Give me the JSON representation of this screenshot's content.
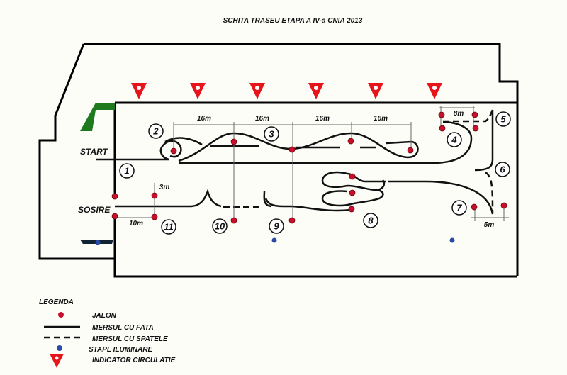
{
  "title": "SCHITA TRASEU ETAPA A IV-a CNIA 2013",
  "labels": {
    "start": "START",
    "finish": "SOSIRE"
  },
  "dimensions": {
    "d1": "16m",
    "d2": "16m",
    "d3": "16m",
    "d4": "16m",
    "d5": "8m",
    "d6": "3m",
    "d7": "10m",
    "d8": "5m"
  },
  "stations": [
    "1",
    "2",
    "3",
    "4",
    "5",
    "6",
    "7",
    "8",
    "9",
    "10",
    "11"
  ],
  "legend": {
    "title": "LEGENDA",
    "items": [
      {
        "icon": "red-dot-icon",
        "label": "JALON"
      },
      {
        "icon": "solid-line-icon",
        "label": "MERSUL CU FATA"
      },
      {
        "icon": "dashed-line-icon",
        "label": "MERSUL CU SPATELE"
      },
      {
        "icon": "blue-dot-icon",
        "label": "STAPL ILUMINARE"
      },
      {
        "icon": "red-triangle-icon",
        "label": "INDICATOR CIRCULATIE"
      }
    ]
  },
  "colors": {
    "cone": "#c8102e",
    "lamp": "#2a4aa8",
    "sign": "#e8141c",
    "green": "#1f7a1f"
  }
}
